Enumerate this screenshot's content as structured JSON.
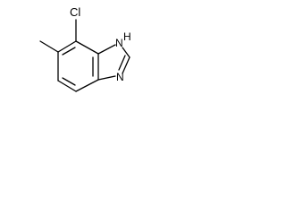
{
  "structure": {
    "atoms": {
      "chlorine": "Cl",
      "nh_nitrogen": "N",
      "nh_hydrogen": "H",
      "imine_nitrogen": "N"
    }
  },
  "colors": {
    "bond": "#000000",
    "label": "#000000",
    "background": "#ffffff"
  }
}
